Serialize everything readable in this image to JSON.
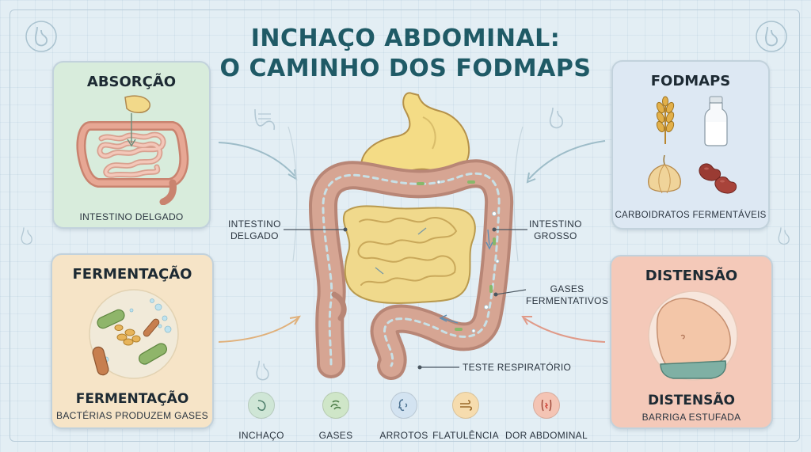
{
  "title": {
    "line1": "INCHAÇO ABDOMINAL:",
    "line2": "O CAMINHO DOS FODMAPS"
  },
  "cards": {
    "absorcao": {
      "heading": "ABSORÇÃO",
      "caption": "INTESTINO DELGADO"
    },
    "fodmaps": {
      "heading": "FODMAPS",
      "caption": "CARBOIDRATOS FERMENTÁVEIS"
    },
    "fermentacao": {
      "heading": "FERMENTAÇÃO",
      "subheading": "FERMENTAÇÃO",
      "caption": "BACTÉRIAS PRODUZEM GASES"
    },
    "distensao": {
      "heading": "DISTENSÃO",
      "subheading": "DISTENSÃO",
      "caption": "BARRIGA ESTUFADA"
    }
  },
  "labels": {
    "small_intestine": "INTESTINO\nDELGADO",
    "large_intestine": "INTESTINO\nGROSSO",
    "gases": "GASES\nFERMENTATIVOS",
    "breath_test": "TESTE RESPIRATÓRIO"
  },
  "symptoms": [
    {
      "label": "INCHAÇO",
      "icon": "bloating-icon",
      "color": "#cfe6d6"
    },
    {
      "label": "GASES",
      "icon": "gas-icon",
      "color": "#cfe6c8"
    },
    {
      "label": "ARROTOS",
      "icon": "burp-icon",
      "color": "#d3e3f1"
    },
    {
      "label": "FLATULÊNCIA",
      "icon": "flatulence-icon",
      "color": "#f6dcae"
    },
    {
      "label": "DOR ABDOMINAL",
      "icon": "abdominal-pain-icon",
      "color": "#f4c4b4"
    }
  ],
  "colors": {
    "title": "#1f5a66",
    "absorcao_bg": "#d8ecdc",
    "fodmaps_bg": "#dde8f3",
    "fermentacao_bg": "#f6e4c7",
    "distensao_bg": "#f4c9b9",
    "intestine": "#c58f7d",
    "small_intestine": "#f3dc8f",
    "stomach": "#f4dc86"
  }
}
